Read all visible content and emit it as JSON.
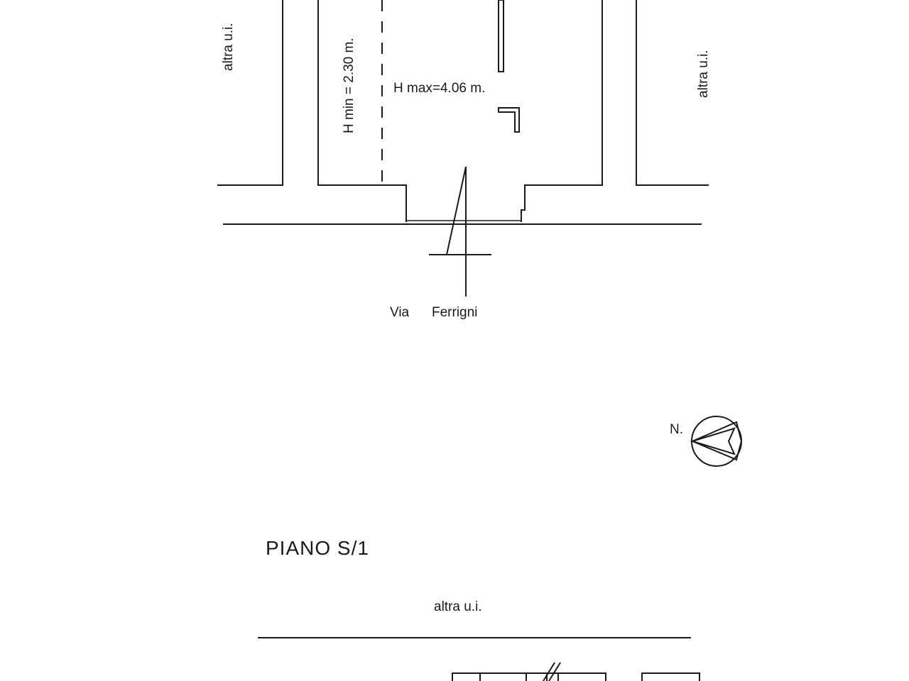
{
  "upper_plan": {
    "left_neighbor_label": "altra u.i.",
    "right_neighbor_label": "altra u.i.",
    "h_min_label": "H min = 2.30 m.",
    "h_max_label": "H max=4.06 m.",
    "street_word_1": "Via",
    "street_word_2": "Ferrigni"
  },
  "compass": {
    "label": "N."
  },
  "lower_plan": {
    "floor_title": "PIANO S/1",
    "top_neighbor_label": "altra u.i."
  }
}
